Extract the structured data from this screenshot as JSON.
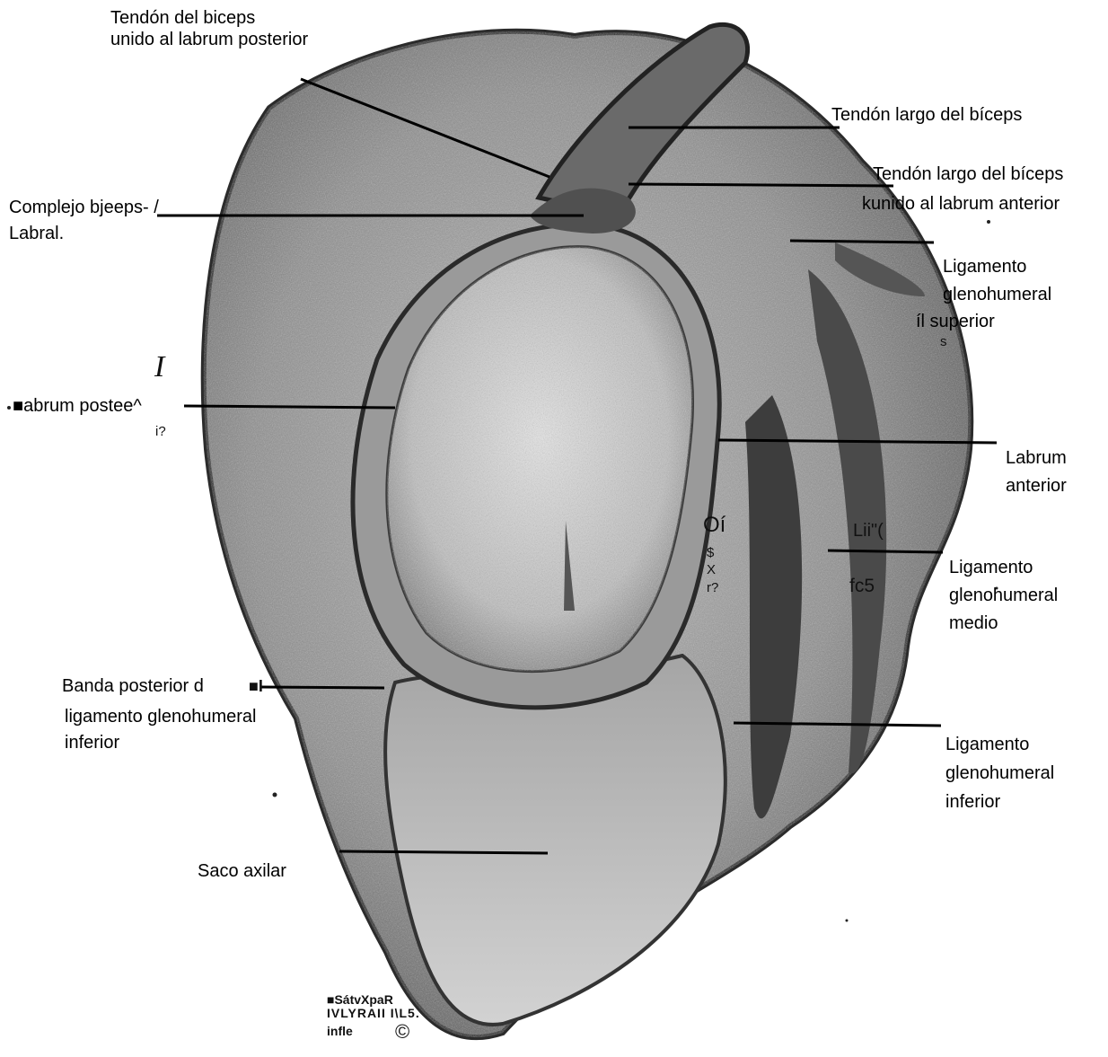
{
  "labels": {
    "tendon_biceps_posterior": "Tendón del biceps\nunido al labrum posterior",
    "tendon_largo_biceps": "Tendón largo del bíceps",
    "tendon_largo_biceps_anterior_1": "Tendón largo del bíceps",
    "tendon_largo_biceps_anterior_2": "kunido al labrum anterior",
    "complejo_line1": "Complejo bjeeps- /",
    "complejo_line2": "Labral.",
    "lig_superior": "Ligamento\nglenohumeral",
    "lig_superior_tail": "íl superior",
    "labrum_posterior": "■abrum postee^",
    "labrum_anterior": "Labrum\nanterior",
    "lig_medio": "Ligamento\nglenohumeral\nmedio",
    "banda_posterior_1": "Banda posterior d",
    "banda_posterior_2": "ligamento glenohumeral\ninferior",
    "lig_inferior": "Ligamento\nglenohumeral\ninferior",
    "saco_axilar": "Saco axilar"
  },
  "artifacts": {
    "italic_i": "I",
    "s_mark": "s",
    "i_question": "i?",
    "oi": "Oí",
    "li": "Lii\"(",
    "fc5": "fc5",
    "dollar": "$",
    "x_mark": "X",
    "q_mark": "r?",
    "bar_mark": "■I",
    "credit_1": "■SátvXpaR",
    "credit_2": "IVLYRAII I\\L5.",
    "credit_3": "infle",
    "copyright": "©"
  },
  "colors": {
    "ink": "#000000",
    "background": "#ffffff",
    "tissue_dark": "#3a3a3a",
    "tissue_mid": "#8a8a8a",
    "tissue_light": "#d8d8d8"
  }
}
